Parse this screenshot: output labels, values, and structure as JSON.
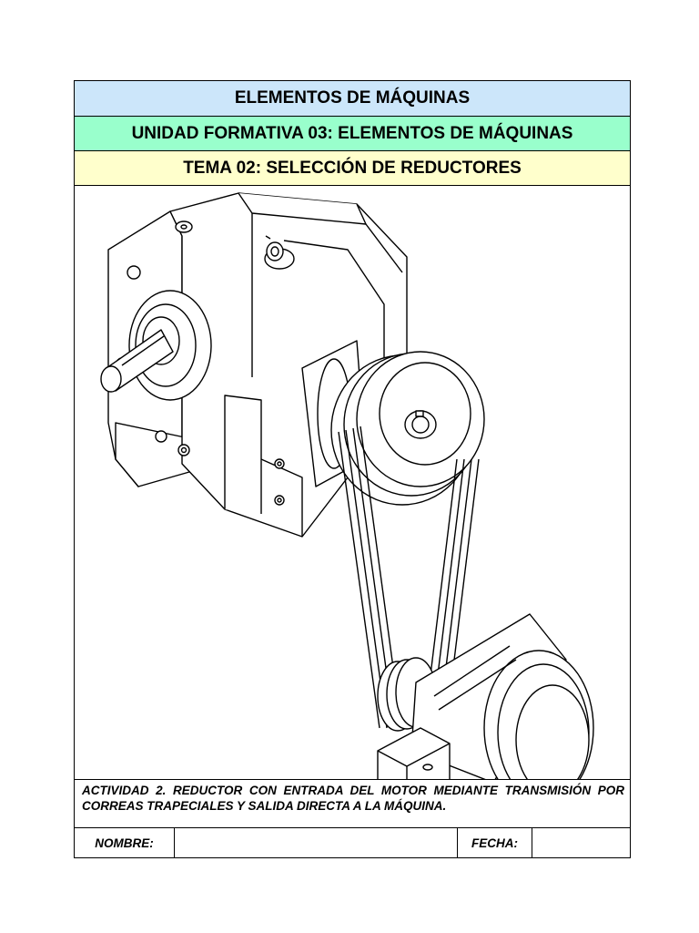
{
  "header": {
    "title": "ELEMENTOS DE MÁQUINAS",
    "unit": "UNIDAD FORMATIVA 03: ELEMENTOS DE MÁQUINAS",
    "topic": "TEMA 02: SELECCIÓN DE REDUCTORES"
  },
  "colors": {
    "title_bg": "#cce6fa",
    "unit_bg": "#99ffcc",
    "topic_bg": "#ffffcc"
  },
  "figure": {
    "subject": "gear reducer with electric motor and V-belt transmission"
  },
  "activity": {
    "text": "ACTIVIDAD 2. REDUCTOR CON ENTRADA DEL MOTOR MEDIANTE TRANSMISIÓN POR CORREAS TRAPECIALES Y SALIDA DIRECTA A LA MÁQUINA."
  },
  "footer": {
    "name_label": "NOMBRE:",
    "name_value": "",
    "date_label": "FECHA:",
    "date_value": ""
  }
}
